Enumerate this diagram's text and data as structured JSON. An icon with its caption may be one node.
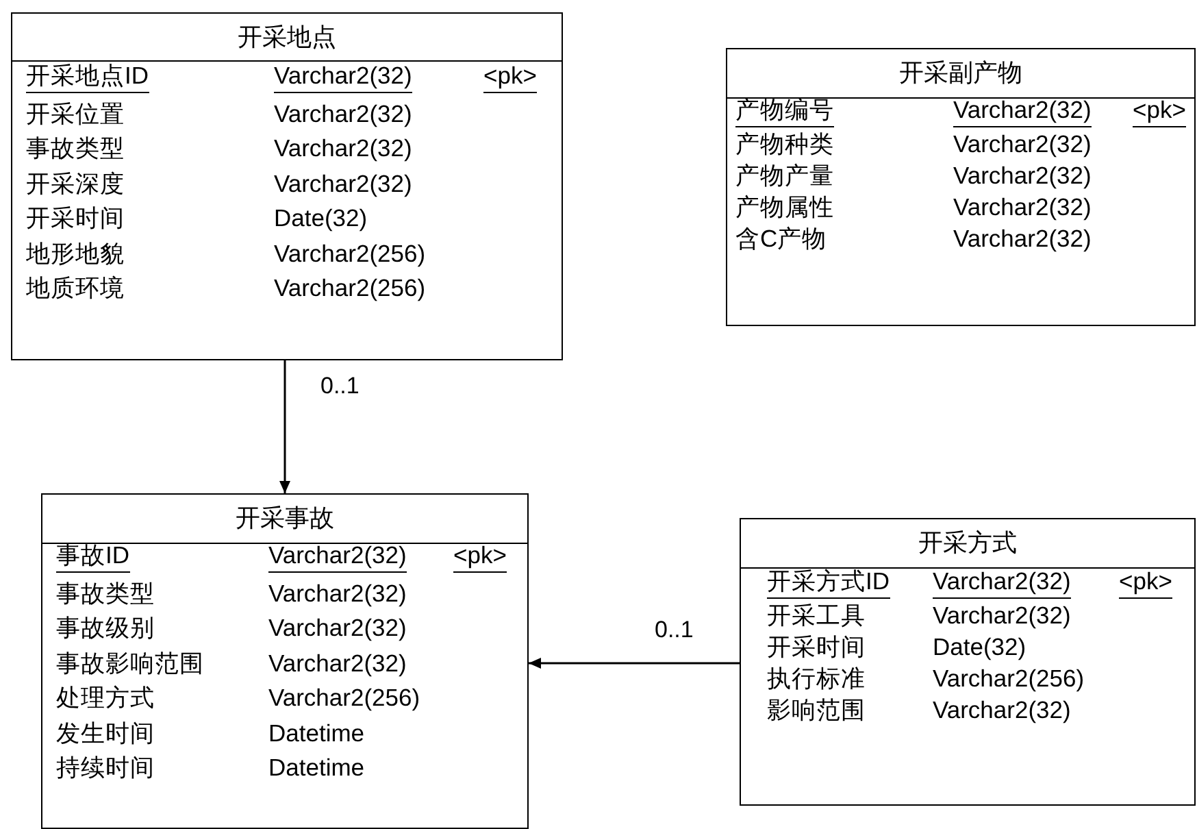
{
  "diagram": {
    "nodes": [
      {
        "text": [
          "开采地点"
        ]
      },
      {
        "text": [
          "开采地点ID",
          "Varchar2(32)",
          "<pk>"
        ],
        "in": 0
      },
      {
        "text": [
          "开采位置",
          "Varchar2(32)"
        ],
        "in": 0
      },
      {
        "text": [
          "事故类型",
          "Varchar2(32)"
        ],
        "in": 0
      },
      {
        "text": [
          "开采深度",
          "Varchar2(32)"
        ],
        "in": 0
      },
      {
        "text": [
          "开采时间",
          "Date(32)"
        ],
        "in": 0
      },
      {
        "text": [
          "地形地貌",
          "Varchar2(256)"
        ],
        "in": 0
      },
      {
        "text": [
          "地质环境",
          "Varchar2(256)"
        ],
        "in": 0
      },
      {
        "text": [
          "开采副产物"
        ]
      },
      {
        "text": [
          "产物编号",
          "Varchar2(32)",
          "<pk>"
        ],
        "in": 8
      },
      {
        "text": [
          "产物种类",
          "Varchar2(32)"
        ],
        "in": 8
      },
      {
        "text": [
          "产物产量",
          "Varchar2(32)"
        ],
        "in": 8
      },
      {
        "text": [
          "产物属性",
          "Varchar2(32)"
        ],
        "in": 8
      },
      {
        "text": [
          "含C产物",
          "Varchar2(32)"
        ],
        "in": 8
      },
      {
        "text": [
          "开采事故"
        ]
      },
      {
        "text": [
          "事故ID",
          "Varchar2(32)",
          "<pk>"
        ],
        "in": 14
      },
      {
        "text": [
          "事故类型",
          "Varchar2(32)"
        ],
        "in": 14
      },
      {
        "text": [
          "事故级别",
          "Varchar2(32)"
        ],
        "in": 14
      },
      {
        "text": [
          "事故影响范围",
          "Varchar2(32)"
        ],
        "in": 14
      },
      {
        "text": [
          "处理方式",
          "Varchar2(256)"
        ],
        "in": 14
      },
      {
        "text": [
          "发生时间",
          "Datetime"
        ],
        "in": 14
      },
      {
        "text": [
          "持续时间",
          "Datetime"
        ],
        "in": 14
      },
      {
        "text": [
          "开采方式"
        ]
      },
      {
        "text": [
          "开采方式ID",
          "Varchar2(32)",
          "<pk>"
        ],
        "in": 22
      },
      {
        "text": [
          "开采工具",
          "Varchar2(32)"
        ],
        "in": 22
      },
      {
        "text": [
          "开采时间",
          "Date(32)"
        ],
        "in": 22
      },
      {
        "text": [
          "执行标准",
          "Varchar2(256)"
        ],
        "in": 22
      },
      {
        "text": [
          "影响范围",
          "Varchar2(32)"
        ],
        "in": 22
      }
    ],
    "edges": [
      {
        "from": 0,
        "to": 14,
        "arrow": "to",
        "label": "0..1"
      },
      {
        "from": 22,
        "to": 14,
        "arrow": "to",
        "label": "0..1"
      }
    ]
  }
}
